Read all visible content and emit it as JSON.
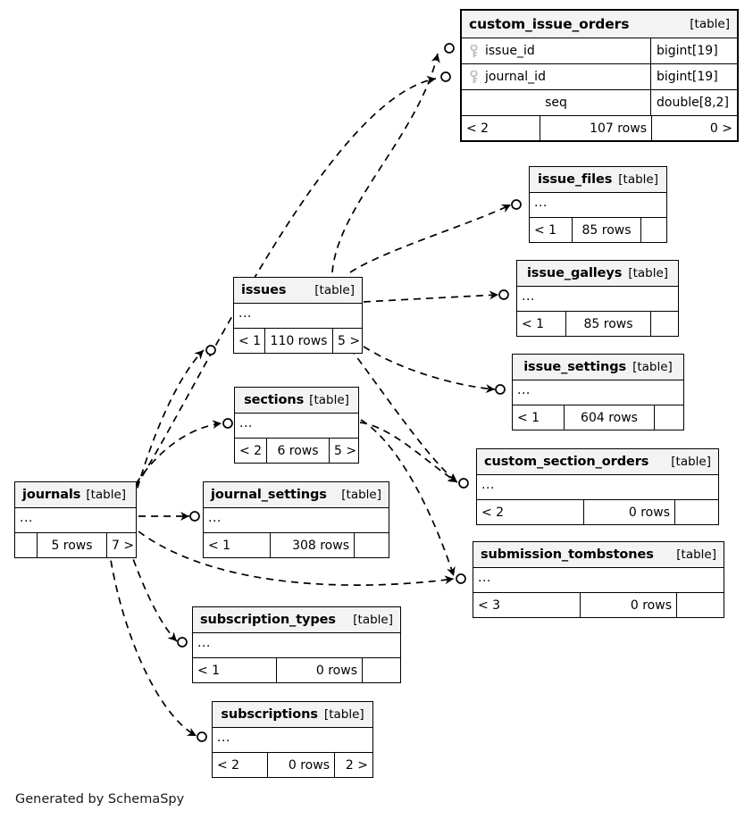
{
  "diagram": {
    "title": "SchemaSpy relationships diagram",
    "footer_note": "Generated by SchemaSpy",
    "kind_label": "[table]",
    "ellipsis": "...",
    "key_icon_name": "primary-key-icon",
    "colors": {
      "background": "#ffffff",
      "node_fill": "#ffffff",
      "header_fill": "#f3f3f3",
      "border": "#000000",
      "edge": "#000000",
      "key_icon": "#c8c8c8",
      "text": "#000000"
    }
  },
  "tables": [
    {
      "id": "custom_issue_orders",
      "name": "custom_issue_orders",
      "kind": "[table]",
      "emphasized": true,
      "columns": [
        {
          "name": "issue_id",
          "type": "bigint[19]",
          "key": true
        },
        {
          "name": "journal_id",
          "type": "bigint[19]",
          "key": true
        },
        {
          "name": "seq",
          "type": "double[8,2]",
          "key": false
        }
      ],
      "footer": {
        "left": "< 2",
        "middle": "107 rows",
        "right": "0 >"
      }
    },
    {
      "id": "issue_files",
      "name": "issue_files",
      "kind": "[table]",
      "emphasized": false,
      "body": "...",
      "footer": {
        "left": "< 1",
        "middle": "85 rows",
        "right": ""
      }
    },
    {
      "id": "issues",
      "name": "issues",
      "kind": "[table]",
      "emphasized": false,
      "body": "...",
      "footer": {
        "left": "< 1",
        "middle": "110 rows",
        "right": "5 >"
      }
    },
    {
      "id": "issue_galleys",
      "name": "issue_galleys",
      "kind": "[table]",
      "emphasized": false,
      "body": "...",
      "footer": {
        "left": "< 1",
        "middle": "85 rows",
        "right": ""
      }
    },
    {
      "id": "issue_settings",
      "name": "issue_settings",
      "kind": "[table]",
      "emphasized": false,
      "body": "...",
      "footer": {
        "left": "< 1",
        "middle": "604 rows",
        "right": ""
      }
    },
    {
      "id": "sections",
      "name": "sections",
      "kind": "[table]",
      "emphasized": false,
      "body": "...",
      "footer": {
        "left": "< 2",
        "middle": "6 rows",
        "right": "5 >"
      }
    },
    {
      "id": "custom_section_orders",
      "name": "custom_section_orders",
      "kind": "[table]",
      "emphasized": false,
      "body": "...",
      "footer": {
        "left": "< 2",
        "middle": "0 rows",
        "right": ""
      }
    },
    {
      "id": "journals",
      "name": "journals",
      "kind": "[table]",
      "emphasized": false,
      "body": "...",
      "footer": {
        "left": "",
        "middle": "5 rows",
        "right": "7 >"
      }
    },
    {
      "id": "journal_settings",
      "name": "journal_settings",
      "kind": "[table]",
      "emphasized": false,
      "body": "...",
      "footer": {
        "left": "< 1",
        "middle": "308 rows",
        "right": ""
      }
    },
    {
      "id": "submission_tombstones",
      "name": "submission_tombstones",
      "kind": "[table]",
      "emphasized": false,
      "body": "...",
      "footer": {
        "left": "< 3",
        "middle": "0 rows",
        "right": ""
      }
    },
    {
      "id": "subscription_types",
      "name": "subscription_types",
      "kind": "[table]",
      "emphasized": false,
      "body": "...",
      "footer": {
        "left": "< 1",
        "middle": "0 rows",
        "right": ""
      }
    },
    {
      "id": "subscriptions",
      "name": "subscriptions",
      "kind": "[table]",
      "emphasized": false,
      "body": "...",
      "footer": {
        "left": "< 2",
        "middle": "0 rows",
        "right": "2 >"
      }
    }
  ],
  "relationships": [
    {
      "from": "issues",
      "to": "custom_issue_orders",
      "to_column": "issue_id"
    },
    {
      "from": "journals",
      "to": "custom_issue_orders",
      "to_column": "journal_id"
    },
    {
      "from": "issues",
      "to": "issue_files"
    },
    {
      "from": "issues",
      "to": "issue_galleys"
    },
    {
      "from": "issues",
      "to": "issue_settings"
    },
    {
      "from": "journals",
      "to": "issues"
    },
    {
      "from": "journals",
      "to": "sections"
    },
    {
      "from": "journals",
      "to": "journal_settings"
    },
    {
      "from": "sections",
      "to": "custom_section_orders"
    },
    {
      "from": "issues",
      "to": "custom_section_orders"
    },
    {
      "from": "journals",
      "to": "submission_tombstones"
    },
    {
      "from": "sections",
      "to": "submission_tombstones"
    },
    {
      "from": "journals",
      "to": "subscription_types"
    },
    {
      "from": "journals",
      "to": "subscriptions"
    }
  ]
}
